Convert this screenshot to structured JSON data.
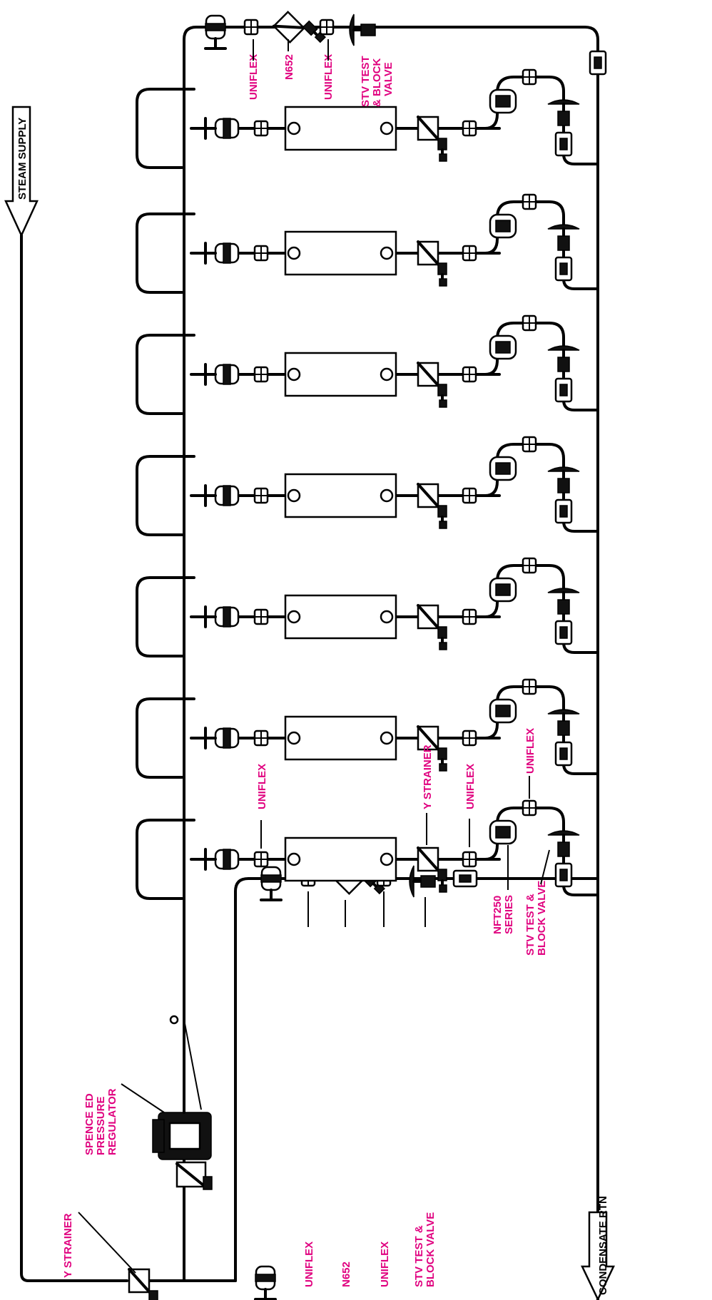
{
  "labels": {
    "steam_supply": "STEAM SUPPLY",
    "condensate_rtn": "CONDENSATE RTN",
    "y_strainer_main": "Y STRAINER",
    "spence_line1": "SPENCE ED",
    "spence_line2": "PRESSURE",
    "spence_line3": "REGULATOR",
    "bypass_uniflex_1": "UNIFLEX",
    "bypass_n652": "N652",
    "bypass_uniflex_2": "UNIFLEX",
    "bypass_stv_line1": "STV TEST &",
    "bypass_stv_line2": "BLOCK VALVE",
    "top_uniflex_1": "UNIFLEX",
    "top_n652": "N652",
    "top_uniflex_2": "UNIFLEX",
    "top_stv_line1": "STV TEST",
    "top_stv_line2": "& BLOCK",
    "top_stv_line3": "VALVE",
    "branch_uniflex_a": "UNIFLEX",
    "branch_y_strainer": "Y STRAINER",
    "branch_uniflex_b": "UNIFLEX",
    "branch_uniflex_c": "UNIFLEX",
    "nft_line1": "NFT250",
    "nft_line2": "SERIES",
    "branch_stv_line1": "STV TEST &",
    "branch_stv_line2": "BLOCK VALVE"
  },
  "colors": {
    "label": "#e0007f",
    "line": "#000000"
  },
  "branch_count": 7
}
